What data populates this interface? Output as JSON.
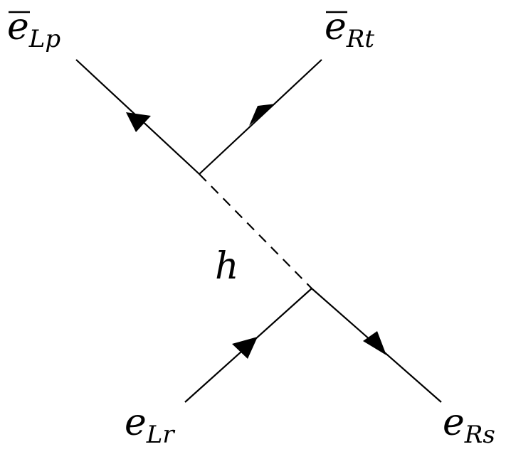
{
  "diagram": {
    "particles": {
      "top_left": {
        "base": "e",
        "bar": true,
        "subscript": "Lp"
      },
      "top_right": {
        "base": "e",
        "bar": true,
        "subscript": "Rt"
      },
      "bottom_left": {
        "base": "e",
        "bar": false,
        "subscript": "Lr"
      },
      "bottom_right": {
        "base": "e",
        "bar": false,
        "subscript": "Rs"
      }
    },
    "propagator_label": "h"
  }
}
